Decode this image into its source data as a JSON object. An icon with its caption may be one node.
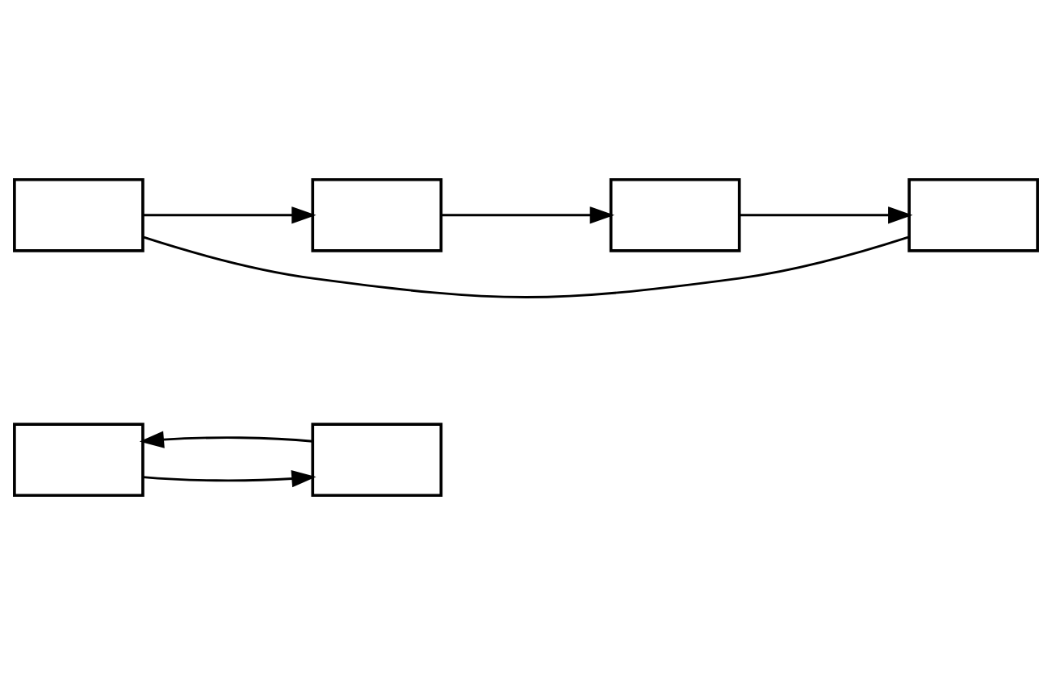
{
  "diagram": {
    "nodes": [
      {
        "text": [],
        "shape": "box"
      },
      {
        "text": [],
        "shape": "box"
      },
      {
        "text": [],
        "shape": "box"
      },
      {
        "text": [],
        "shape": "box"
      },
      {
        "text": [],
        "shape": "box"
      },
      {
        "text": [],
        "shape": "box"
      }
    ],
    "edges": [
      {
        "from": 1,
        "to": 0,
        "arrow": "to"
      },
      {
        "from": 0,
        "to": 1,
        "arrow": "to"
      },
      {
        "from": 2,
        "to": 3,
        "arrow": "to"
      },
      {
        "from": 3,
        "to": 4,
        "arrow": "to"
      },
      {
        "from": 4,
        "to": 5,
        "arrow": "to"
      },
      {
        "from": 5,
        "to": 2,
        "arrow": "none"
      }
    ]
  }
}
